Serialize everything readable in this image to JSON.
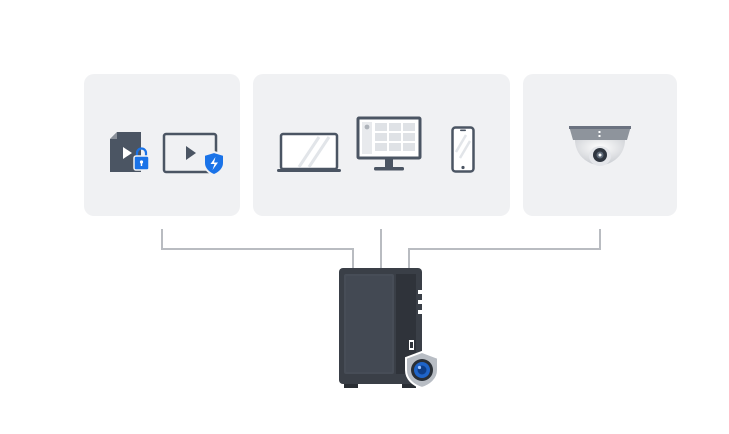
{
  "diagram": {
    "panels": [
      {
        "id": "media",
        "icons": [
          "encrypted-video-file-icon",
          "protected-video-player-icon"
        ]
      },
      {
        "id": "devices",
        "icons": [
          "laptop-icon",
          "desktop-monitor-icon",
          "smartphone-icon"
        ]
      },
      {
        "id": "camera",
        "icons": [
          "ip-camera-icon"
        ]
      }
    ],
    "hub": {
      "icon": "nas-server-icon",
      "badge_icon": "surveillance-camera-badge-icon"
    },
    "colors": {
      "panel_background": "#f0f1f3",
      "icon_dark": "#4b5563",
      "accent_blue": "#1a73e8",
      "connector_line": "#b9bcc1",
      "nas_body": "#3a3f47"
    }
  }
}
